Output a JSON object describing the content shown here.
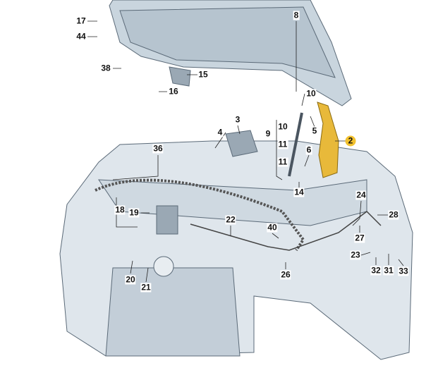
{
  "title": "Bonnet, hinge, lock and release cable - exploded parts diagram",
  "highlight_color": "#f2c12e",
  "callouts": [
    {
      "id": "17",
      "text": "17"
    },
    {
      "id": "44",
      "text": "44"
    },
    {
      "id": "38",
      "text": "38"
    },
    {
      "id": "15",
      "text": "15"
    },
    {
      "id": "16",
      "text": "16"
    },
    {
      "id": "8",
      "text": "8"
    },
    {
      "id": "10a",
      "text": "10"
    },
    {
      "id": "5",
      "text": "5"
    },
    {
      "id": "3",
      "text": "3"
    },
    {
      "id": "4",
      "text": "4"
    },
    {
      "id": "9",
      "text": "9"
    },
    {
      "id": "10b",
      "text": "10"
    },
    {
      "id": "11a",
      "text": "11"
    },
    {
      "id": "11b",
      "text": "11"
    },
    {
      "id": "6",
      "text": "6"
    },
    {
      "id": "2",
      "text": "2",
      "highlighted": true
    },
    {
      "id": "14",
      "text": "14"
    },
    {
      "id": "36",
      "text": "36"
    },
    {
      "id": "24",
      "text": "24"
    },
    {
      "id": "28",
      "text": "28"
    },
    {
      "id": "18",
      "text": "18"
    },
    {
      "id": "19",
      "text": "19"
    },
    {
      "id": "22",
      "text": "22"
    },
    {
      "id": "40",
      "text": "40"
    },
    {
      "id": "27",
      "text": "27"
    },
    {
      "id": "23",
      "text": "23"
    },
    {
      "id": "32",
      "text": "32"
    },
    {
      "id": "31",
      "text": "31"
    },
    {
      "id": "33",
      "text": "33"
    },
    {
      "id": "20",
      "text": "20"
    },
    {
      "id": "21",
      "text": "21"
    },
    {
      "id": "26",
      "text": "26"
    }
  ]
}
